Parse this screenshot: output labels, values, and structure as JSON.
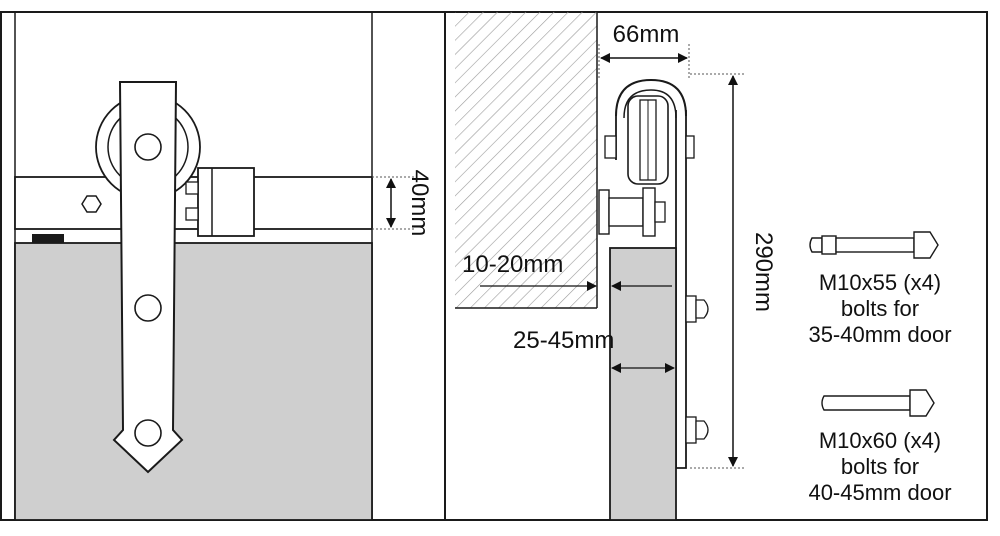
{
  "diagram": {
    "dimensions": {
      "rail_height": "40mm",
      "hanger_width": "66mm",
      "hanger_height": "290mm",
      "wall_gap": "10-20mm",
      "door_thickness": "25-45mm"
    },
    "bolts": [
      {
        "spec": "M10x55 (x4)",
        "line2": "bolts for",
        "line3": "35-40mm door"
      },
      {
        "spec": "M10x60 (x4)",
        "line2": "bolts for",
        "line3": "40-45mm door"
      }
    ],
    "colors": {
      "door_fill": "#cfcfcf",
      "line": "#1a1a1a",
      "hatch": "#9a9a9a"
    }
  }
}
